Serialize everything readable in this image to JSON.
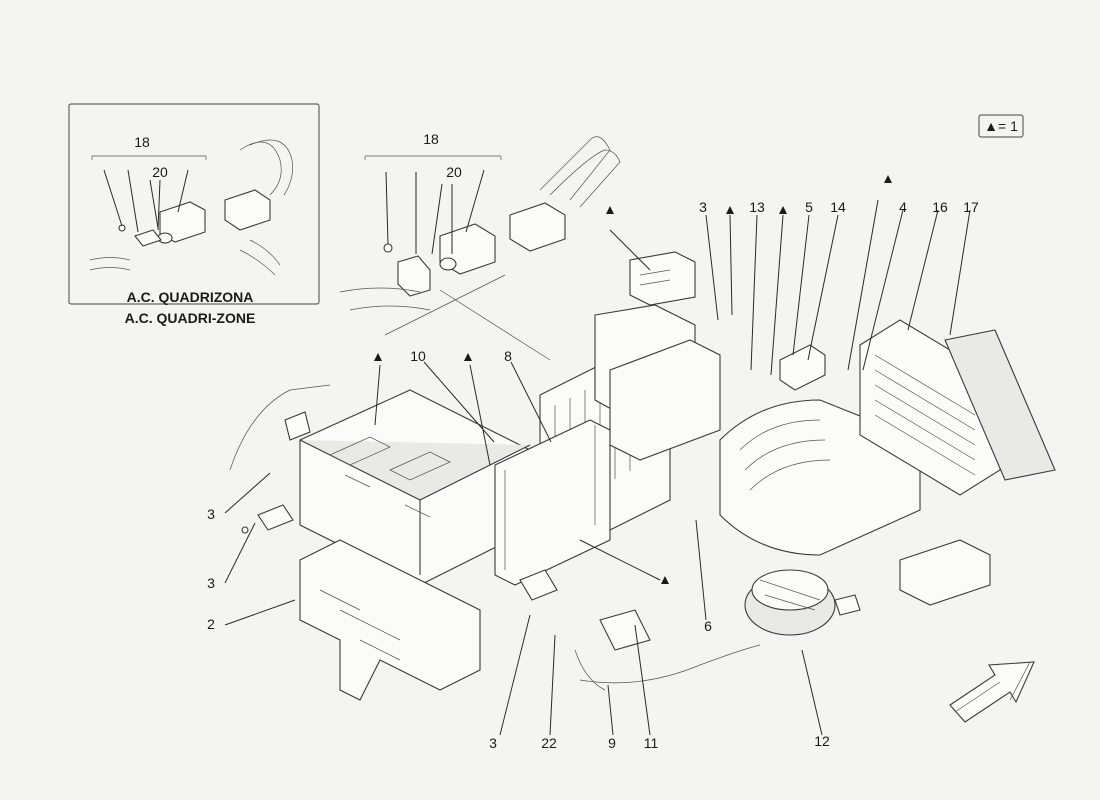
{
  "inset": {
    "caption_line1": "A.C. QUADRIZONA",
    "caption_line2": "A.C. QUADRI-ZONE",
    "label_18": "18",
    "label_20": "20"
  },
  "legend": {
    "text": "▲= 1"
  },
  "callouts": {
    "top_18": "18",
    "top_20": "20",
    "c3_top": "3",
    "c13": "13",
    "c5": "5",
    "c14": "14",
    "c4": "4",
    "c16": "16",
    "c17": "17",
    "c10": "10",
    "c8": "8",
    "c3_left_a": "3",
    "c3_left_b": "3",
    "c2": "2",
    "c6": "6",
    "c3_bottom": "3",
    "c22": "22",
    "c9": "9",
    "c11": "11",
    "c12": "12"
  },
  "triangle_marker": "▲"
}
